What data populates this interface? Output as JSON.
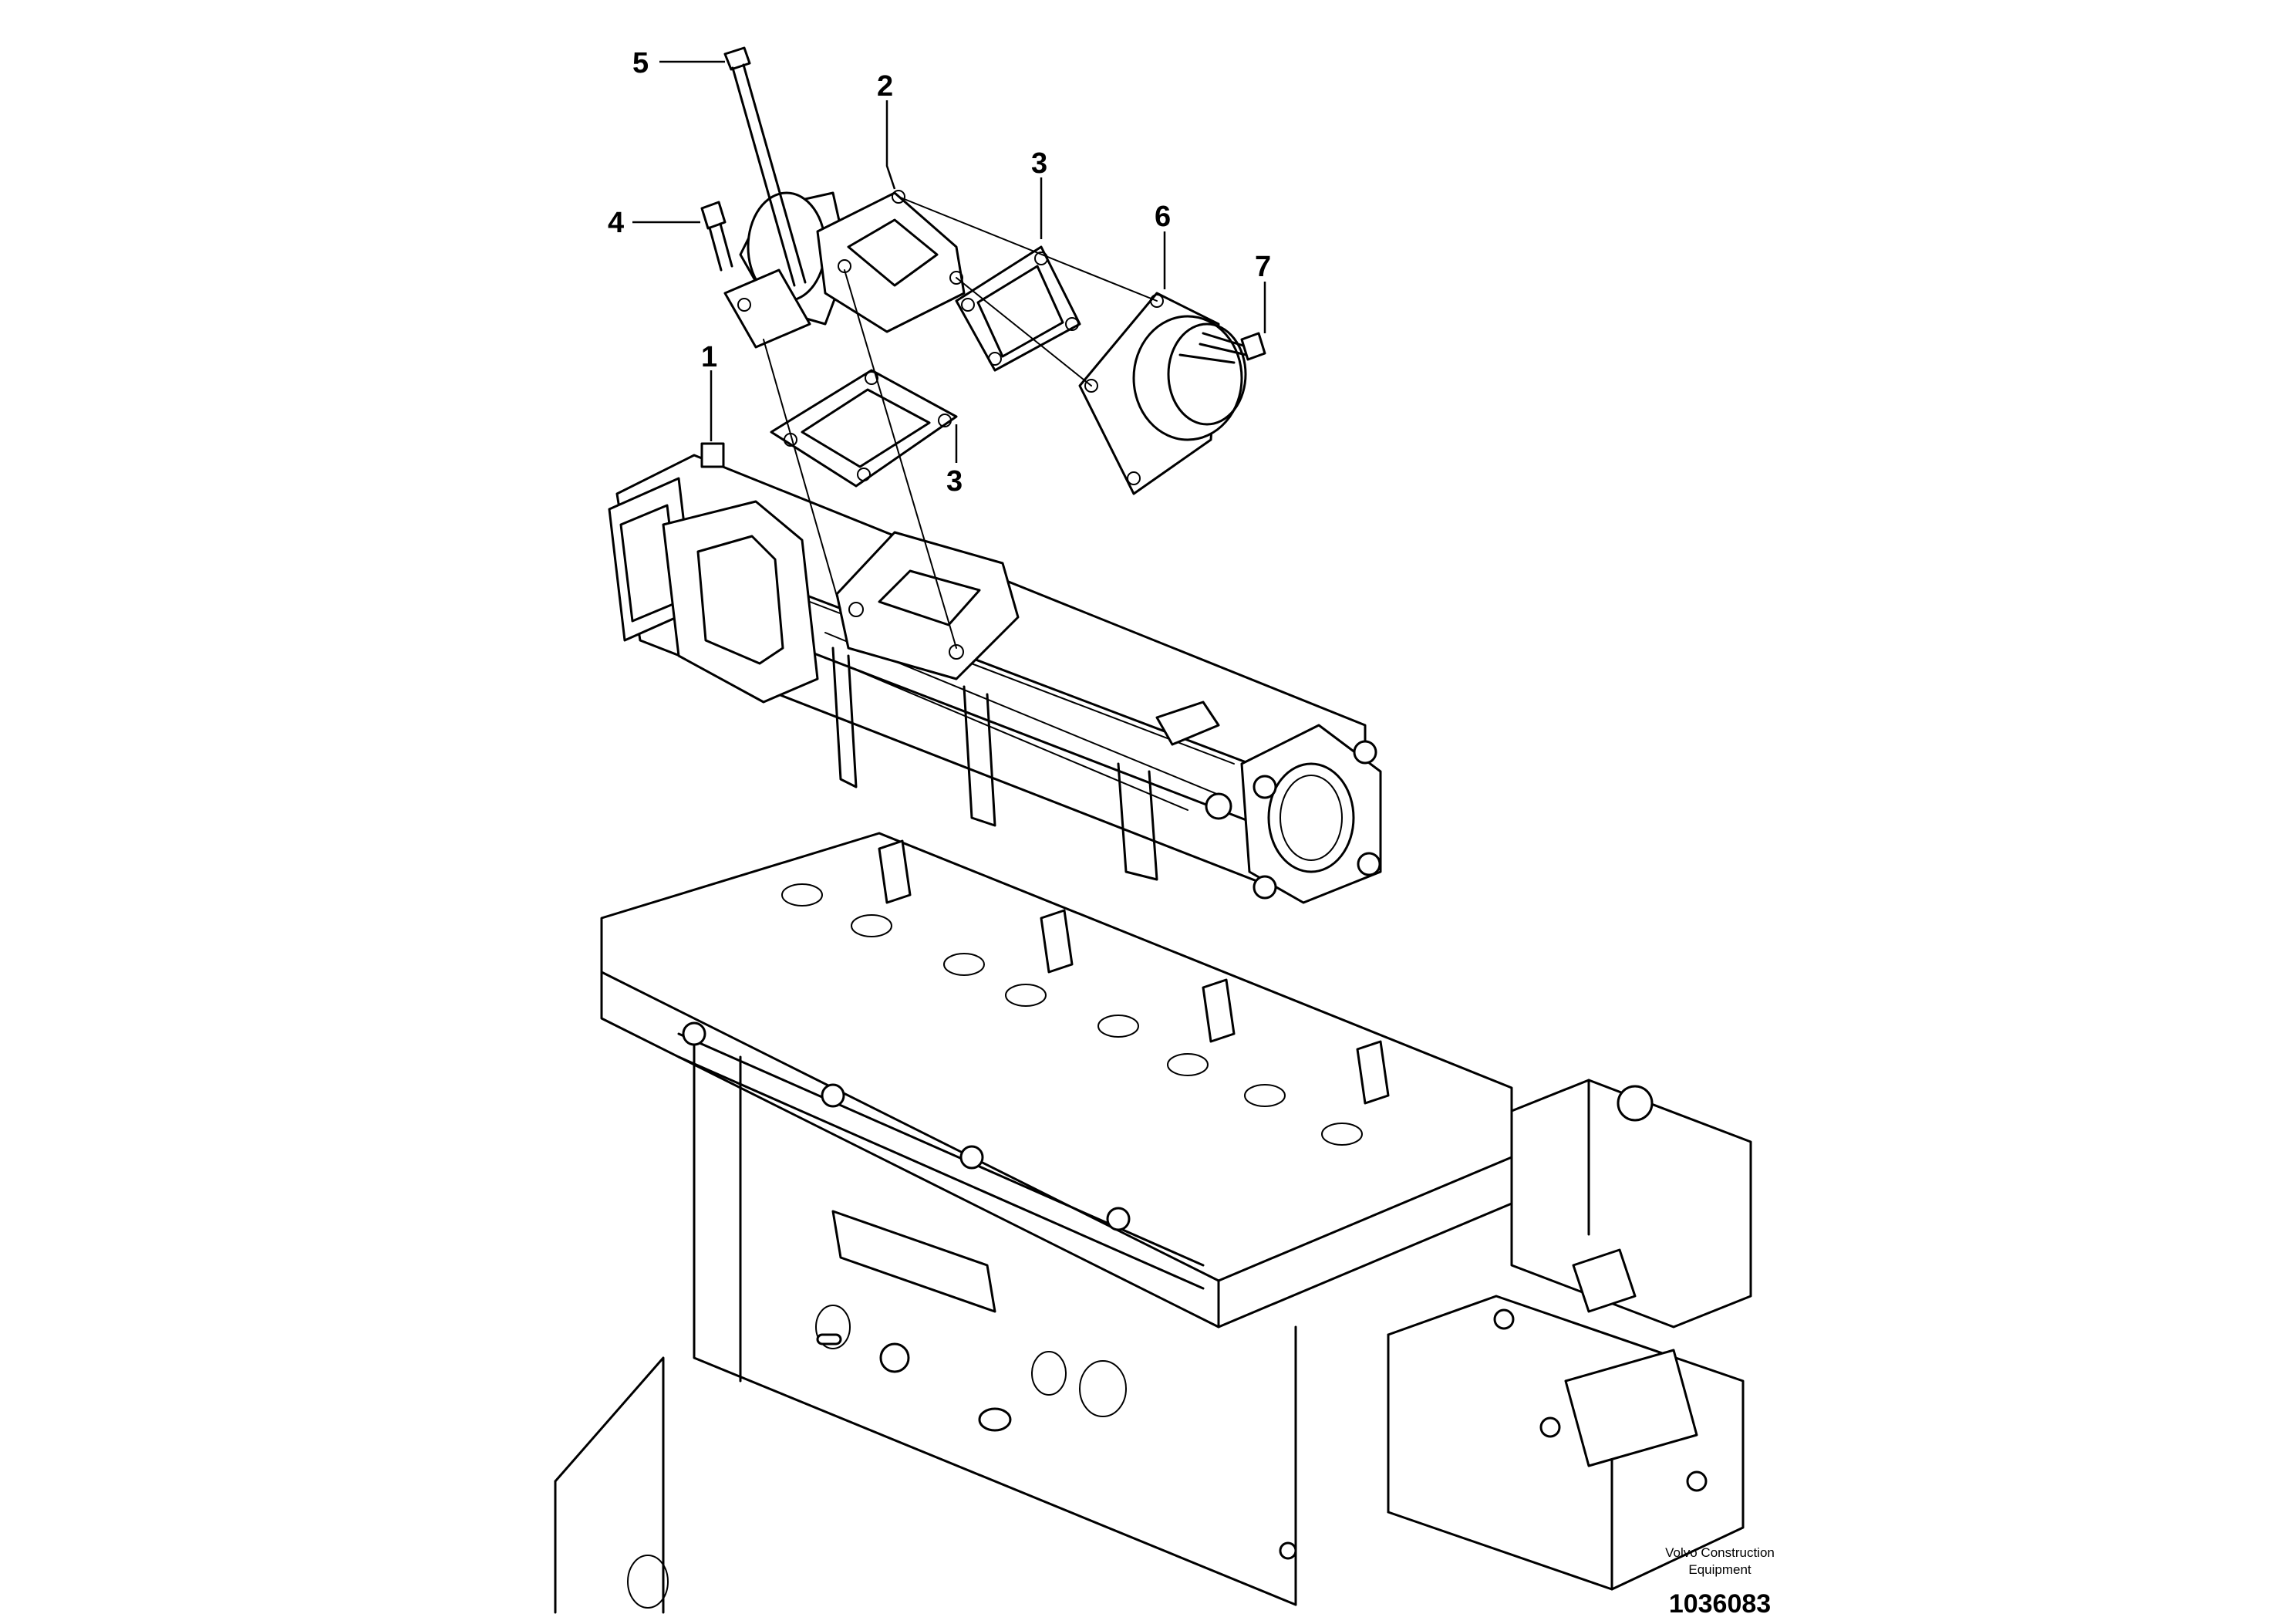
{
  "drawing": {
    "callouts": [
      {
        "id": "c1",
        "label": "1"
      },
      {
        "id": "c2",
        "label": "2"
      },
      {
        "id": "c3a",
        "label": "3"
      },
      {
        "id": "c3b",
        "label": "3"
      },
      {
        "id": "c4",
        "label": "4"
      },
      {
        "id": "c5",
        "label": "5"
      },
      {
        "id": "c6",
        "label": "6"
      },
      {
        "id": "c7",
        "label": "7"
      }
    ],
    "footer": {
      "brand_line1": "Volvo Construction",
      "brand_line2": "Equipment",
      "drawing_number": "1036083"
    }
  }
}
